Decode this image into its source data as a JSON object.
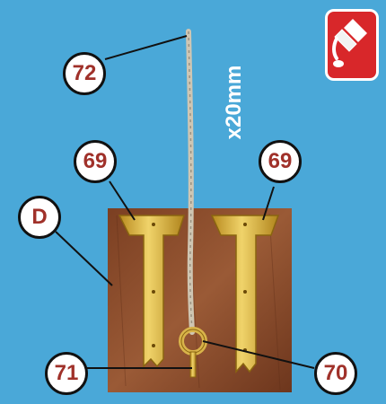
{
  "callouts": {
    "top": "72",
    "left_hinge": "69",
    "right_hinge": "69",
    "board": "D",
    "bottom_left": "71",
    "bottom_right": "70"
  },
  "dimension_label": "x20mm",
  "icons": {
    "glue": "glue-bottle-icon"
  },
  "colors": {
    "background": "#4aa8d8",
    "wood": "#8a4a2b",
    "brass": "#d9b44a",
    "callout_text": "#a0312a",
    "glue_badge": "#d8272a"
  }
}
